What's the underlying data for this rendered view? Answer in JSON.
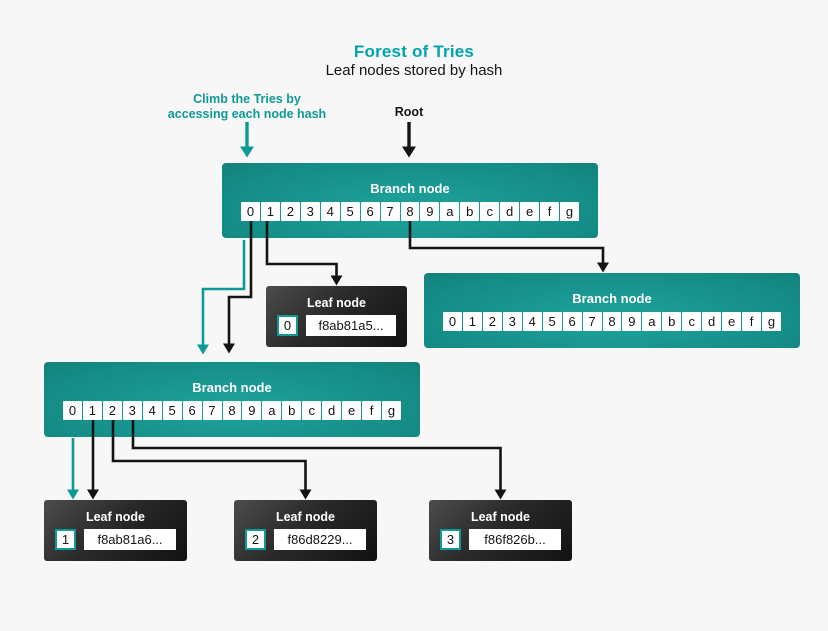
{
  "header": {
    "title": "Forest of Tries",
    "subtitle": "Leaf nodes stored by hash"
  },
  "annotations": {
    "climb_line1": "Climb the Tries by",
    "climb_line2": "accessing each node hash",
    "root": "Root"
  },
  "hex_cells": [
    "0",
    "1",
    "2",
    "3",
    "4",
    "5",
    "6",
    "7",
    "8",
    "9",
    "a",
    "b",
    "c",
    "d",
    "e",
    "f",
    "g"
  ],
  "branch_nodes": {
    "top": {
      "title": "Branch node"
    },
    "right": {
      "title": "Branch node"
    },
    "lower": {
      "title": "Branch node"
    }
  },
  "leaf_nodes": [
    {
      "title": "Leaf node",
      "index": "0",
      "hash": "f8ab81a5..."
    },
    {
      "title": "Leaf node",
      "index": "1",
      "hash": "f8ab81a6..."
    },
    {
      "title": "Leaf node",
      "index": "2",
      "hash": "f86d8229..."
    },
    {
      "title": "Leaf node",
      "index": "3",
      "hash": "f86f826b..."
    }
  ],
  "colors": {
    "background": "#f7f7f7",
    "title_teal": "#00a3ad",
    "arrow_teal": "#0d9a96",
    "arrow_black": "#141414",
    "branch_gradient_light": "#1ea39b",
    "branch_gradient_dark": "#0b615e",
    "leaf_gradient_light": "#4c4c4c",
    "leaf_gradient_dark": "#121212",
    "cell_background": "#ffffff"
  }
}
